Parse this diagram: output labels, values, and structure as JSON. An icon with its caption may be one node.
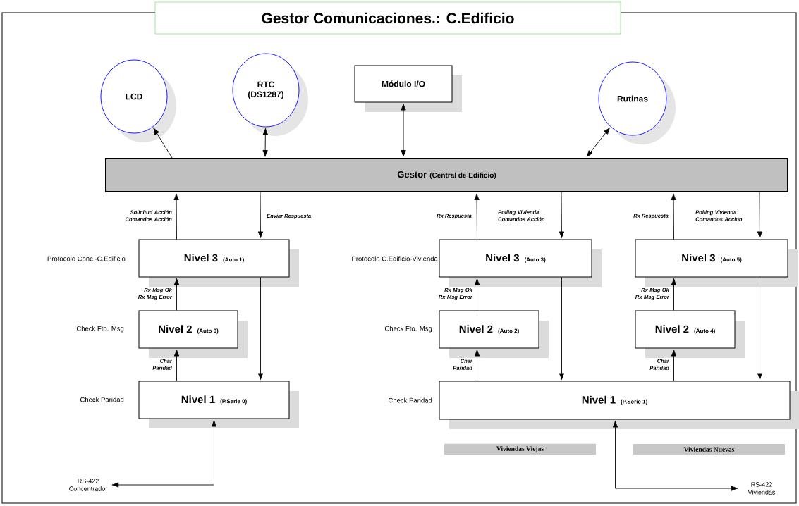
{
  "diagram": {
    "nodes": [
      {
        "text": [
          "Gestor Comunicaciones.: C.Edificio"
        ]
      },
      {
        "text": [
          "LCD"
        ]
      },
      {
        "text": [
          "RTC (DS1287)"
        ]
      },
      {
        "text": [
          "Módulo I/O"
        ]
      },
      {
        "text": [
          "Rutinas"
        ]
      },
      {
        "text": [
          "Gestor",
          "(Central de Edificio)"
        ]
      },
      {
        "text": [
          "Nivel 3",
          "(Auto 1)"
        ],
        "beside": [
          "Protocolo Conc.-C.Edificio"
        ]
      },
      {
        "text": [
          "Nivel 2",
          "(Auto 0)"
        ],
        "beside": [
          "Check Fto. Msg"
        ]
      },
      {
        "text": [
          "Nivel 1",
          "(P.Serie 0)"
        ],
        "beside": [
          "Check Paridad"
        ]
      },
      {
        "text": [
          "Nivel 3",
          "(Auto 3)"
        ],
        "beside": [
          "Protocolo C.Edificio-Vivienda"
        ]
      },
      {
        "text": [
          "Nivel 2",
          "(Auto 2)"
        ],
        "beside": [
          "Check Fto. Msg"
        ]
      },
      {
        "text": [
          "Nivel 3",
          "(Auto 5)"
        ]
      },
      {
        "text": [
          "Nivel 2",
          "(Auto 4)"
        ]
      },
      {
        "text": [
          "Nivel 1",
          "(P.Serie 1)"
        ],
        "beside": [
          "Check Paridad"
        ]
      },
      {
        "text": [
          "Viviendas Viejas"
        ]
      },
      {
        "text": [
          "Viviendas Nuevas"
        ]
      },
      {
        "text": [
          "RS-422 Concentrador"
        ]
      },
      {
        "text": [
          "RS-422 Viviendas"
        ]
      }
    ],
    "edges": [
      {
        "from": 5,
        "to": 1,
        "arrow": "to"
      },
      {
        "from": 2,
        "to": 5,
        "arrow": "both"
      },
      {
        "from": 3,
        "to": 5,
        "arrow": "both"
      },
      {
        "from": 4,
        "to": 5,
        "arrow": "both"
      },
      {
        "from": 6,
        "to": 5,
        "arrow": "to",
        "label": "Solicitud Acción Comandos Acción"
      },
      {
        "from": 5,
        "to": 6,
        "arrow": "to",
        "label": "Enviar Respuesta"
      },
      {
        "from": 7,
        "to": 6,
        "arrow": "to",
        "label": "Rx Msg Ok Rx Msg Error"
      },
      {
        "from": 6,
        "to": 8,
        "arrow": "to"
      },
      {
        "from": 8,
        "to": 7,
        "arrow": "to",
        "label": "Char Paridad"
      },
      {
        "from": 8,
        "to": 16,
        "arrow": "both"
      },
      {
        "from": 9,
        "to": 5,
        "arrow": "to",
        "label": "Rx Respuesta"
      },
      {
        "from": 5,
        "to": 9,
        "arrow": "to",
        "label": "Polling Vivienda Comandos Acción"
      },
      {
        "from": 10,
        "to": 9,
        "arrow": "to",
        "label": "Rx Msg Ok Rx Msg Error"
      },
      {
        "from": 9,
        "to": 13,
        "arrow": "to"
      },
      {
        "from": 13,
        "to": 10,
        "arrow": "to",
        "label": "Char Paridad"
      },
      {
        "from": 11,
        "to": 5,
        "arrow": "to",
        "label": "Rx Respuesta"
      },
      {
        "from": 5,
        "to": 11,
        "arrow": "to",
        "label": "Polling Vivienda Comandos Acción"
      },
      {
        "from": 12,
        "to": 11,
        "arrow": "to",
        "label": "Rx Msg Ok Rx Msg Error"
      },
      {
        "from": 11,
        "to": 13,
        "arrow": "to"
      },
      {
        "from": 13,
        "to": 12,
        "arrow": "to",
        "label": "Char Paridad"
      },
      {
        "from": 13,
        "to": 17,
        "arrow": "both"
      }
    ]
  }
}
